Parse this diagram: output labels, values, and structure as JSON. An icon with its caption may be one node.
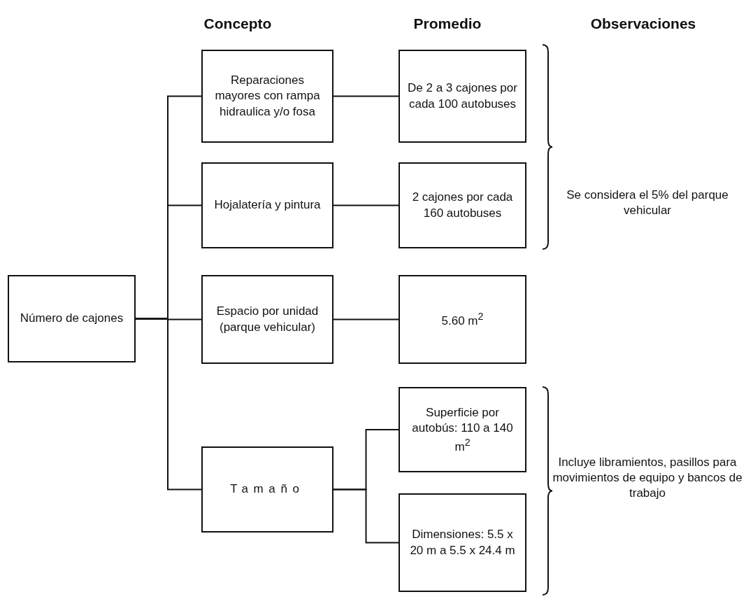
{
  "diagram": {
    "nodes": [
      {
        "text": [
          "Número de cajones"
        ]
      },
      {
        "text": [
          "Reparaciones mayores con rampa hidraulica y/o fosa"
        ]
      },
      {
        "text": [
          "Hojalatería y pintura"
        ]
      },
      {
        "text": [
          "Espacio por unidad (parque vehicular)"
        ]
      },
      {
        "text": [
          "Tamaño"
        ]
      },
      {
        "text": [
          "De 2 a 3 cajones por cada 100 autobuses"
        ]
      },
      {
        "text": [
          "2 cajones por cada 160 autobuses"
        ]
      },
      {
        "text": [
          "5.60 m$^{2}$"
        ]
      },
      {
        "text": [
          "Superficie por autobús: 110 a 140 m$^{2}$"
        ]
      },
      {
        "text": [
          "Dimensiones: 5.5 x 20 m a 5.5 x 24.4 m"
        ]
      }
    ],
    "edges": [
      {
        "from": 0,
        "to": 1,
        "arrow": "none"
      },
      {
        "from": 0,
        "to": 2,
        "arrow": "none"
      },
      {
        "from": 0,
        "to": 3,
        "arrow": "none"
      },
      {
        "from": 0,
        "to": 4,
        "arrow": "none"
      },
      {
        "from": 1,
        "to": 5,
        "arrow": "none"
      },
      {
        "from": 2,
        "to": 6,
        "arrow": "none"
      },
      {
        "from": 3,
        "to": 7,
        "arrow": "none"
      },
      {
        "from": 4,
        "to": 8,
        "arrow": "none"
      },
      {
        "from": 4,
        "to": 9,
        "arrow": "none"
      }
    ],
    "labels": [
      "Concepto",
      "Promedio",
      "Observaciones",
      "Se considera el 5% del parque vehicular",
      "Incluye libramientos, pasillos para movimientos de equipo y bancos de trabajo"
    ]
  }
}
